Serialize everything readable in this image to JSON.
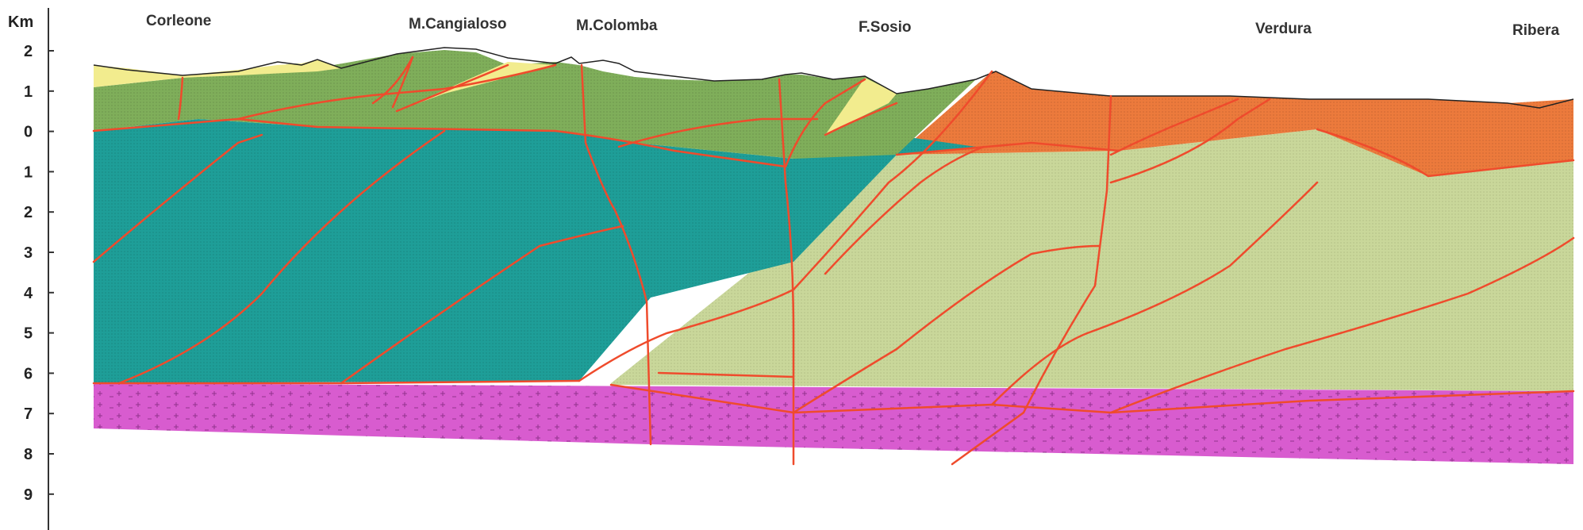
{
  "axis": {
    "unit_label": "Km",
    "ticks": [
      "2",
      "1",
      "0",
      "1",
      "2",
      "3",
      "4",
      "5",
      "6",
      "7",
      "8",
      "9"
    ]
  },
  "places": [
    "Corleone",
    "M.Cangialoso",
    "M.Colomba",
    "F.Sosio",
    "Verdura",
    "Ribera"
  ],
  "colors": {
    "yellow_unit": "#f2ec8e",
    "green_unit": "#7fae5a",
    "teal_unit": "#1e9e98",
    "pale_green_unit": "#c9d79a",
    "orange_unit": "#ec7a3c",
    "magenta_basement": "#d85ccf",
    "fault_lines": "#ef4b2c"
  }
}
